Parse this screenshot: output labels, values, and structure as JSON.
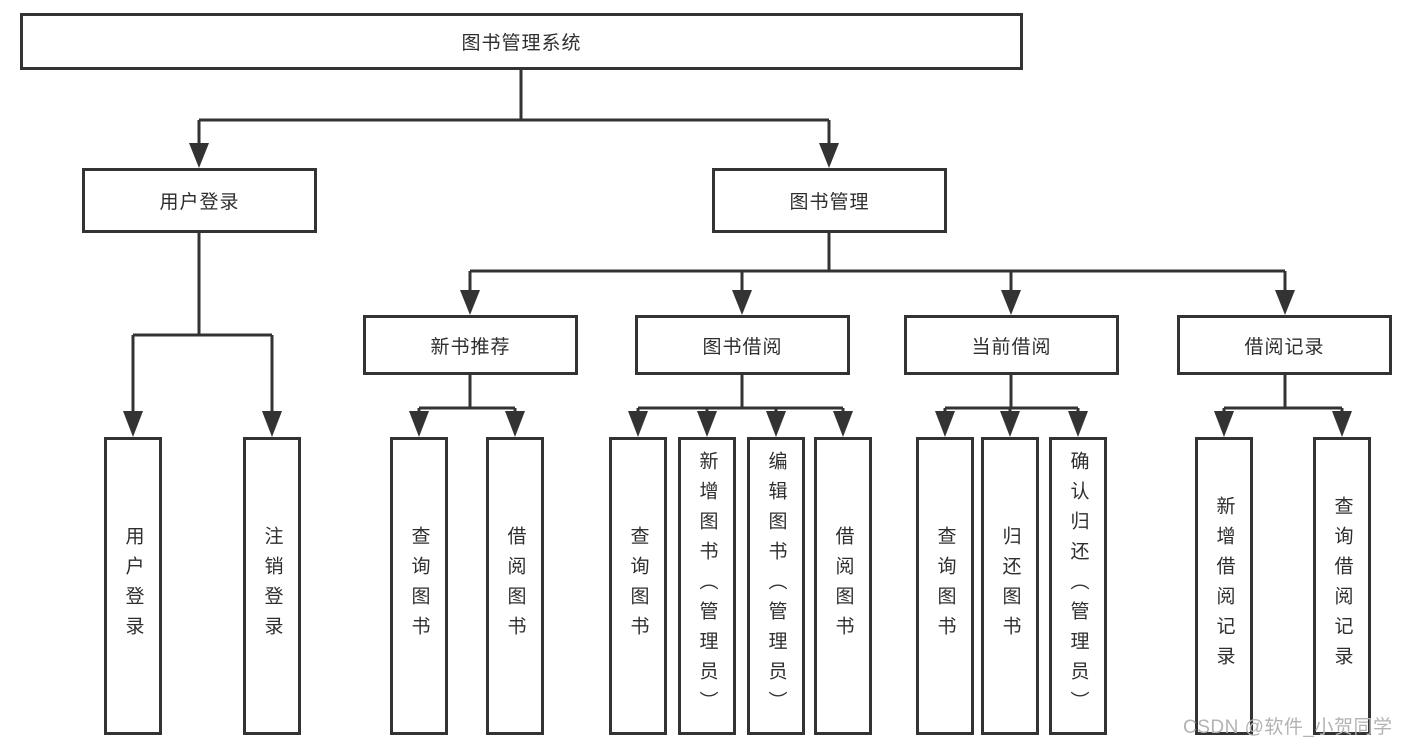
{
  "tree": {
    "label": "图书管理系统",
    "children": [
      {
        "label": "用户登录",
        "children": [
          {
            "label": "用户登录"
          },
          {
            "label": "注销登录"
          }
        ]
      },
      {
        "label": "图书管理",
        "children": [
          {
            "label": "新书推荐",
            "children": [
              {
                "label": "查询图书"
              },
              {
                "label": "借阅图书"
              }
            ]
          },
          {
            "label": "图书借阅",
            "children": [
              {
                "label": "查询图书"
              },
              {
                "label": "新增图书（管理员）"
              },
              {
                "label": "编辑图书（管理员）"
              },
              {
                "label": "借阅图书"
              }
            ]
          },
          {
            "label": "当前借阅",
            "children": [
              {
                "label": "查询图书"
              },
              {
                "label": "归还图书"
              },
              {
                "label": "确认归还（管理员）"
              }
            ]
          },
          {
            "label": "借阅记录",
            "children": [
              {
                "label": "新增借阅记录"
              },
              {
                "label": "查询借阅记录"
              }
            ]
          }
        ]
      }
    ]
  },
  "watermark": {
    "text": "CSDN @软件_小贺同学",
    "color": "#b3b3b3"
  },
  "colors": {
    "line": "#333333",
    "box_border": "#333333",
    "box_fill": "#ffffff",
    "text": "#2e2e2e",
    "background": "#ffffff"
  }
}
